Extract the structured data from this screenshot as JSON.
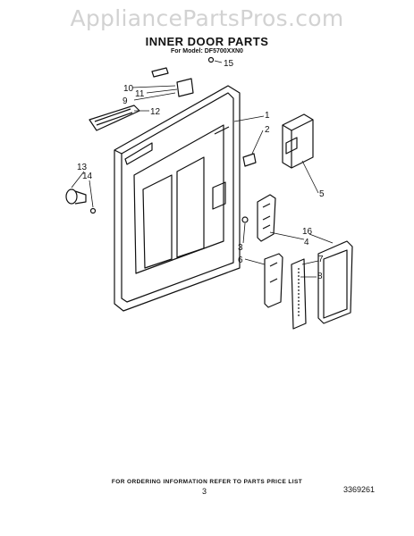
{
  "watermark": "AppliancePartsPros.com",
  "title": "INNER DOOR PARTS",
  "subtitle": "For Model: DF5700XXN0",
  "footer": "FOR ORDERING INFORMATION REFER TO PARTS PRICE LIST",
  "page_number": "3",
  "doc_number": "3369261",
  "callouts": [
    "1",
    "2",
    "3",
    "4",
    "5",
    "6",
    "7",
    "8",
    "9",
    "10",
    "11",
    "12",
    "13",
    "14",
    "15",
    "16"
  ]
}
